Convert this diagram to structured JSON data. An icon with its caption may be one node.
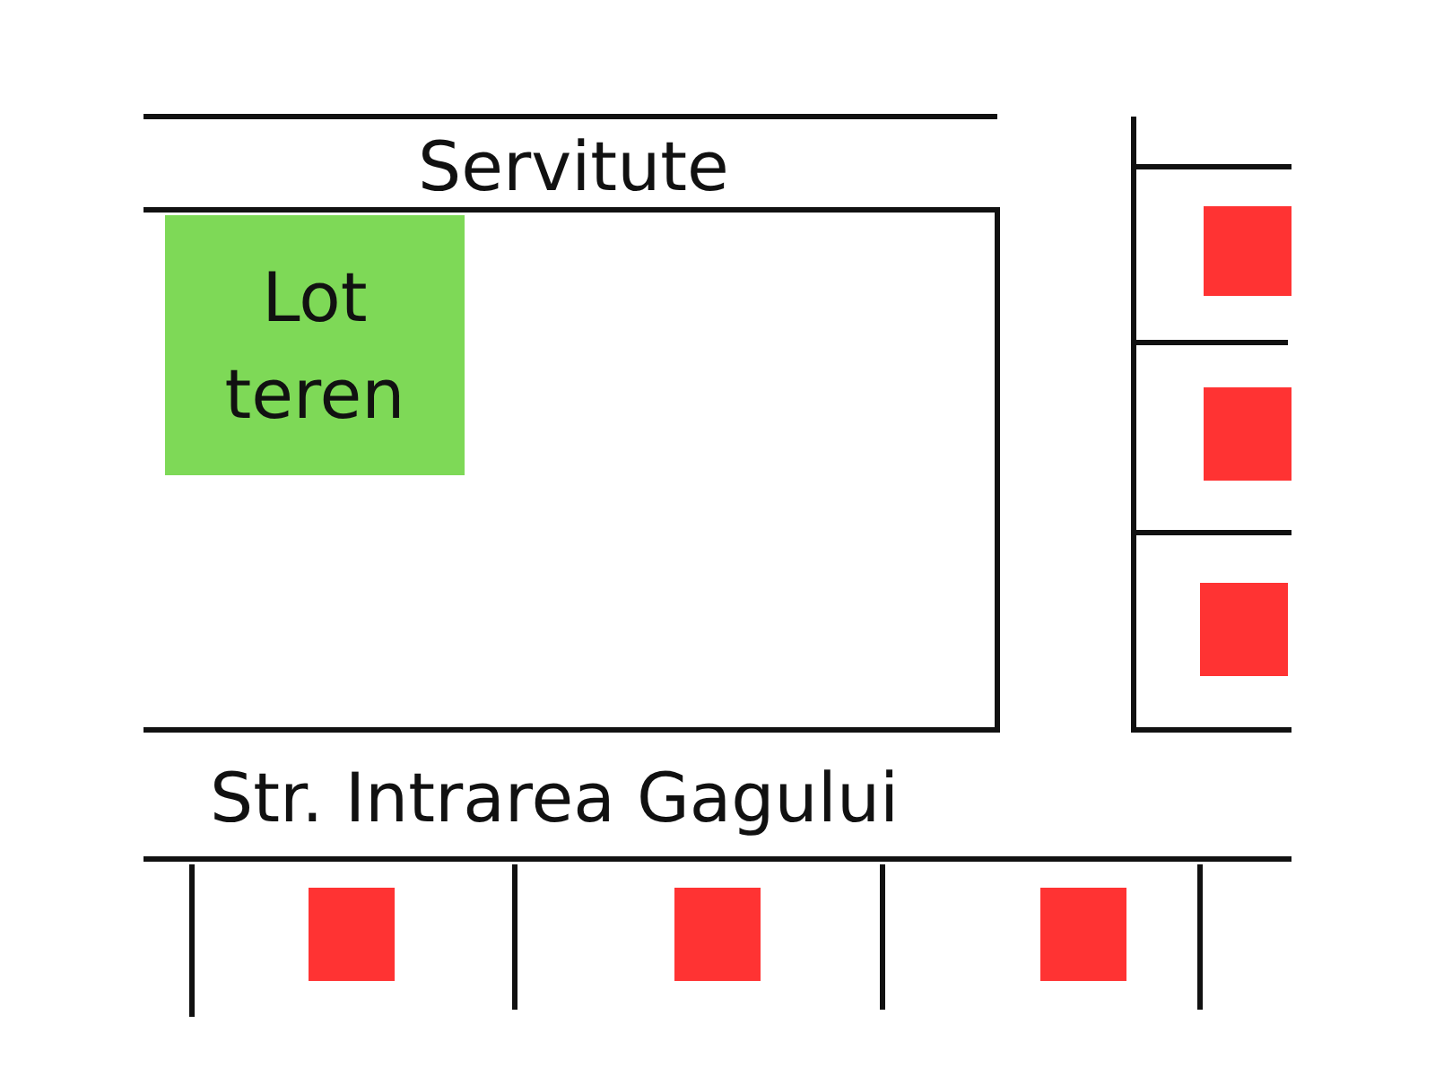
{
  "diagram": {
    "nodes": [
      {
        "text": [
          "Lot teren"
        ]
      },
      {
        "text": [],
        "shape": "box"
      },
      {
        "text": [],
        "shape": "box"
      },
      {
        "text": [],
        "shape": "box"
      },
      {
        "text": [],
        "shape": "box"
      },
      {
        "text": [],
        "shape": "box"
      },
      {
        "text": [],
        "shape": "box"
      }
    ],
    "labels": [
      "Servitute",
      "Str. Intrarea Gagului"
    ]
  }
}
